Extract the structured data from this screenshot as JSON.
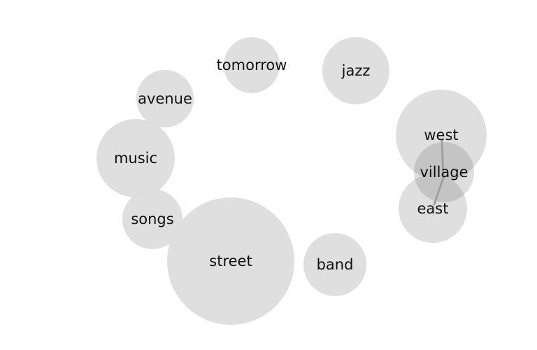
{
  "diagram": {
    "background_color": "#ffffff",
    "bubble_color": "#dddddd",
    "edge_color": "#a0a0a0",
    "label_color": "#111111",
    "nodes": [
      {
        "id": "street",
        "label": "street"
      },
      {
        "id": "music",
        "label": "music"
      },
      {
        "id": "west",
        "label": "west"
      },
      {
        "id": "east",
        "label": "east"
      },
      {
        "id": "jazz",
        "label": "jazz"
      },
      {
        "id": "band",
        "label": "band"
      },
      {
        "id": "village",
        "label": "village"
      },
      {
        "id": "songs",
        "label": "songs"
      },
      {
        "id": "avenue",
        "label": "avenue"
      },
      {
        "id": "tomorrow",
        "label": "tomorrow"
      }
    ],
    "edges": [
      {
        "from": "west",
        "to": "village"
      },
      {
        "from": "village",
        "to": "east"
      }
    ]
  }
}
